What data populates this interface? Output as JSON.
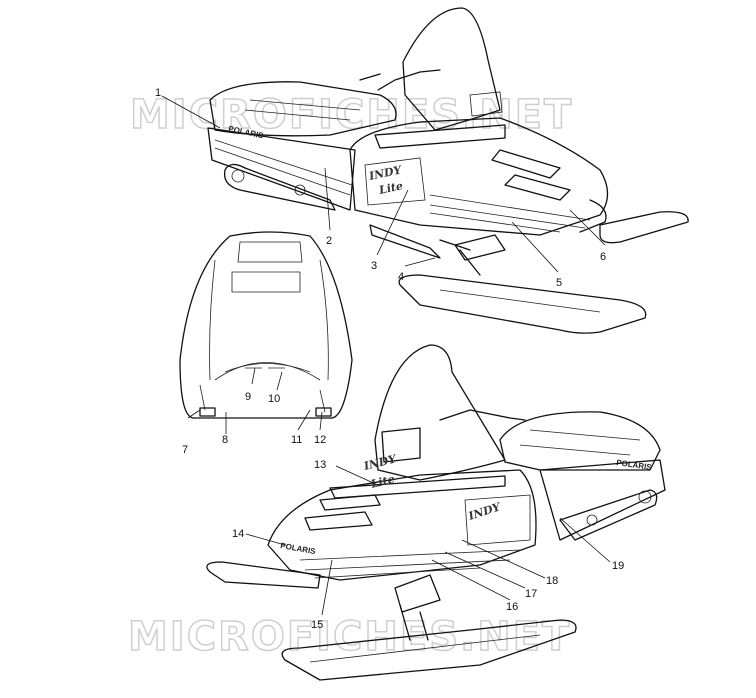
{
  "watermarks": {
    "top": "MICROFICHES.NET",
    "bottom": "MICROFICHES.NET"
  },
  "decal_text": {
    "brand": "POLARIS",
    "model_line1": "INDY",
    "model_line2": "Lite"
  },
  "callouts": [
    "1",
    "2",
    "3",
    "4",
    "5",
    "6",
    "7",
    "8",
    "9",
    "10",
    "11",
    "12",
    "13",
    "14",
    "15",
    "16",
    "17",
    "18",
    "19"
  ]
}
